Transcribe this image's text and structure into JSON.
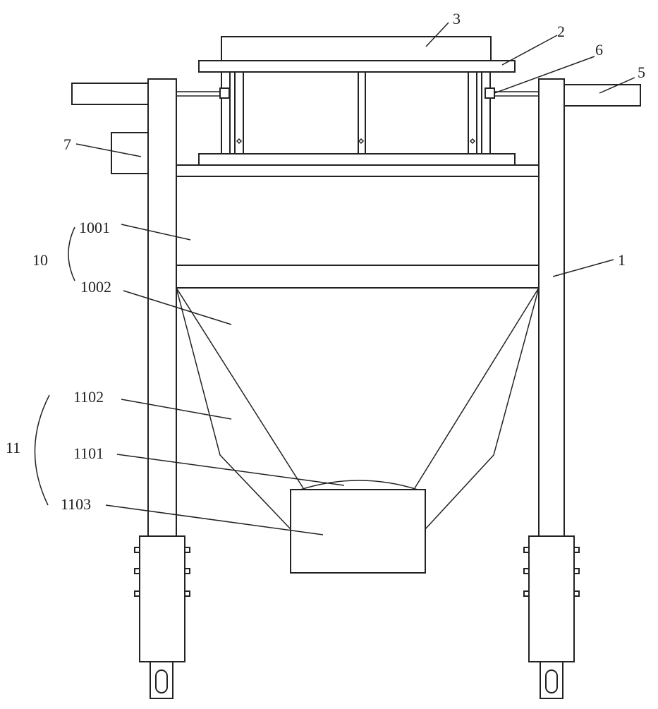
{
  "figure": {
    "labels": {
      "frame": "1",
      "plate": "2",
      "top_block": "3",
      "handle": "5",
      "slider_block": "6",
      "control_box": "7",
      "assembly_10": "10",
      "upper_box": "1001",
      "funnel": "1002",
      "assembly_11": "11",
      "cable": "1101",
      "rope": "1102",
      "container": "1103"
    }
  },
  "colors": {
    "line": "#222222",
    "background": "#ffffff"
  }
}
